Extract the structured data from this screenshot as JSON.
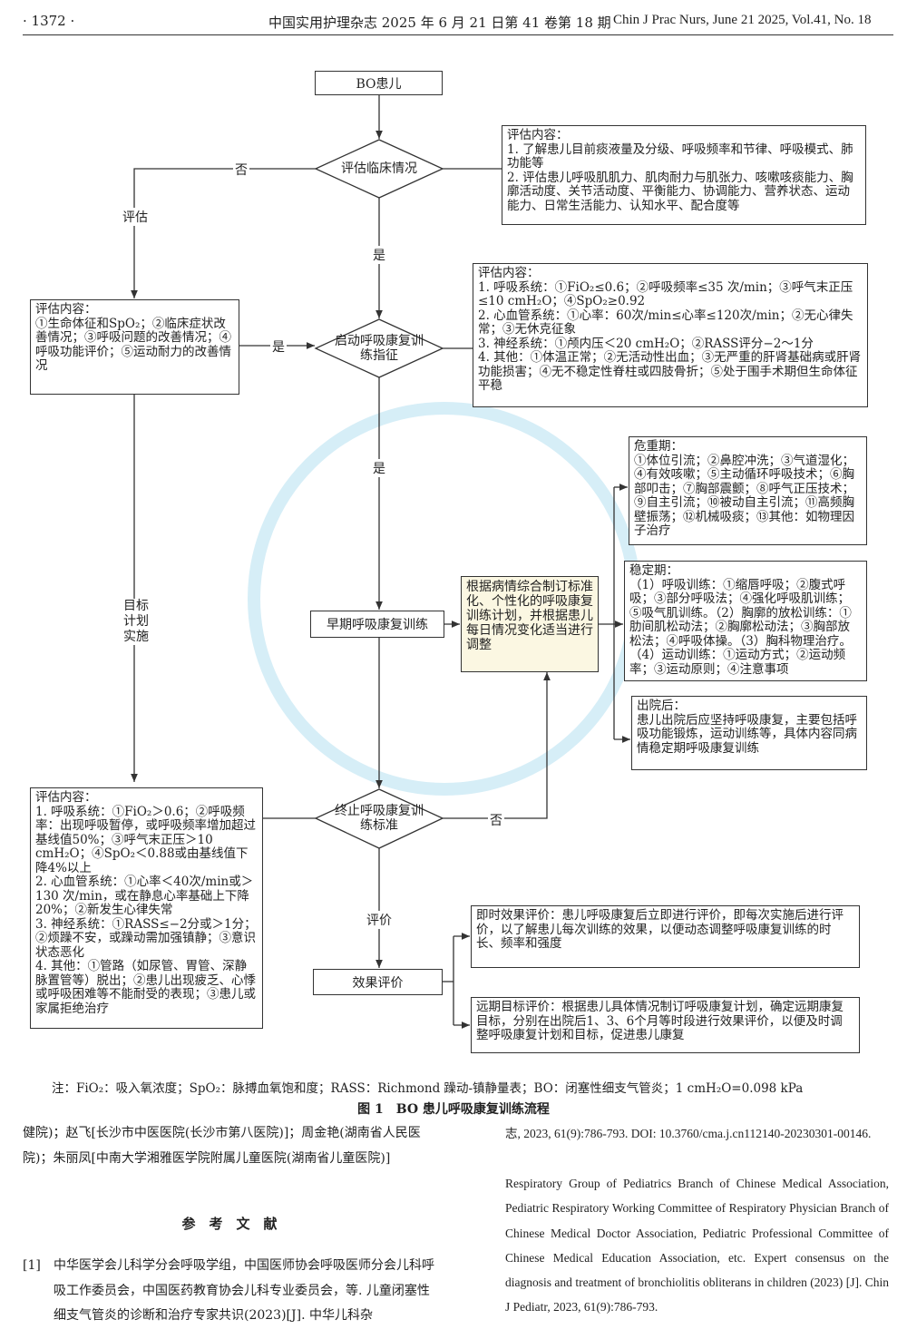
{
  "header": {
    "page": "· 1372 ·",
    "journal_cn": "中国实用护理杂志 2025 年 6 月 21 日第 41 卷第 18 期",
    "journal_en": "Chin J Prac Nurs, June 21 2025, Vol.41, No. 18"
  },
  "flow": {
    "start": "BO患儿",
    "d1": "评估临床情况",
    "d1_no": "否",
    "d1_yes": "是",
    "assess_label": "评估",
    "box1": [
      "评估内容：",
      "1. 了解患儿目前痰液量及分级、呼吸频率和节律、呼吸模式、肺功能等",
      "2. 评估患儿呼吸肌肌力、肌肉耐力与肌张力、咳嗽咳痰能力、胸廓活动度、关节活动度、平衡能力、协调能力、营养状态、运动能力、日常生活能力、认知水平、配合度等"
    ],
    "d2": "启动呼吸康复训练指征",
    "d2_yes_left": "是",
    "d2_yes_down": "是",
    "box2": [
      "评估内容：",
      "1. 呼吸系统：①FiO₂≤0.6；②呼吸频率≤35 次/min；③呼气末正压≤10 cmH₂O；④SpO₂≥0.92",
      "2. 心血管系统：①心率：60次/min≤心率≤120次/min；②无心律失常；③无休克征象",
      "3. 神经系统：①颅内压＜20 cmH₂O；②RASS评分−2～1分",
      "4. 其他：①体温正常；②无活动性出血；③无严重的肝肾基础病或肝肾功能损害；④无不稳定性脊柱或四肢骨折；⑤处于围手术期但生命体征平稳"
    ],
    "left_box": [
      "评估内容：",
      "①生命体征和SpO₂；②临床症状改善情况；③呼吸问题的改善情况；④呼吸功能评价；⑤运动耐力的改善情况"
    ],
    "goal_label": "目标计划实施",
    "early": "早期呼吸康复训练",
    "plan": "根据病情综合制订标准化、个性化的呼吸康复训练计划，并根据患儿每日情况变化适当进行调整",
    "critical": [
      "危重期：",
      "①体位引流；②鼻腔冲洗；③气道湿化；④有效咳嗽；⑤主动循环呼吸技术；⑥胸部叩击；⑦胸部震颤；⑧呼气正压技术；⑨自主引流；⑩被动自主引流；⑪高频胸壁振荡；⑫机械吸痰；⑬其他：如物理因子治疗"
    ],
    "stable": [
      "稳定期：",
      "（1）呼吸训练：①缩唇呼吸；②腹式呼吸；③部分呼吸法；④强化呼吸肌训练；⑤吸气肌训练。（2）胸廓的放松训练：①肋间肌松动法；②胸廓松动法；③胸部放松法；④呼吸体操。（3）胸科物理治疗。（4）运动训练：①运动方式；②运动频率；③运动原则；④注意事项"
    ],
    "discharge": [
      "出院后：",
      "患儿出院后应坚持呼吸康复，主要包括呼吸功能锻炼，运动训练等，具体内容同病情稳定期呼吸康复训练"
    ],
    "d3": "终止呼吸康复训练标准",
    "d3_no": "否",
    "eval_label": "评价",
    "stop_box": [
      "评估内容：",
      "1. 呼吸系统：①FiO₂＞0.6；②呼吸频率：出现呼吸暂停，或呼吸频率增加超过基线值50%；③呼气末正压＞10 cmH₂O；④SpO₂＜0.88或由基线值下降4%以上",
      "2. 心血管系统：①心率＜40次/min或＞130 次/min，或在静息心率基础上下降20%；②新发生心律失常",
      "3. 神经系统：①RASS≤−2分或＞1分；②烦躁不安，或躁动需加强镇静；③意识状态恶化",
      "4. 其他：①管路（如尿管、胃管、深静脉置管等）脱出；②患儿出现疲乏、心悸或呼吸困难等不能耐受的表现；③患儿或家属拒绝治疗"
    ],
    "effect": "效果评价",
    "immediate": "即时效果评价：患儿呼吸康复后立即进行评价，即每次实施后进行评价，以了解患儿每次训练的效果，以便动态调整呼吸康复训练的时长、频率和强度",
    "longterm": "远期目标评价：根据患儿具体情况制订呼吸康复计划，确定远期康复目标，分别在出院后1、3、6个月等时段进行效果评价，以便及时调整呼吸康复计划和目标，促进患儿康复"
  },
  "note": "注：FiO₂：吸入氧浓度；SpO₂：脉搏血氧饱和度；RASS：Richmond 躁动-镇静量表；BO：闭塞性细支气管炎；1 cmH₂O=0.098 kPa",
  "caption": "图 1　BO 患儿呼吸康复训练流程",
  "left_col": {
    "affil": "健院)；赵飞[长沙市中医医院(长沙市第八医院)]；周金艳(湖南省人民医院)；朱丽凤[中南大学湘雅医学院附属儿童医院(湖南省儿童医院)]",
    "refs_title": "参　考　文　献",
    "ref1_num": "[1]",
    "ref1": "中华医学会儿科学分会呼吸学组，中国医师协会呼吸医师分会儿科呼吸工作委员会，中国医药教育协会儿科专业委员会，等. 儿童闭塞性细支气管炎的诊断和治疗专家共识(2023)[J]. 中华儿科杂"
  },
  "right_col": {
    "ref1_cont": "志, 2023, 61(9):786-793. DOI: 10.3760/cma.j.cn112140-20230301-00146.",
    "ref1_en": "Respiratory Group of Pediatrics Branch of Chinese Medical Association, Pediatric Respiratory Working Committee of Respiratory Physician Branch of Chinese Medical Doctor Association, Pediatric Professional Committee of Chinese Medical Education Association, etc. Expert consensus on the diagnosis and treatment of bronchiolitis obliterans in children (2023) [J]. Chin J Pediatr, 2023, 61(9):786-793."
  }
}
